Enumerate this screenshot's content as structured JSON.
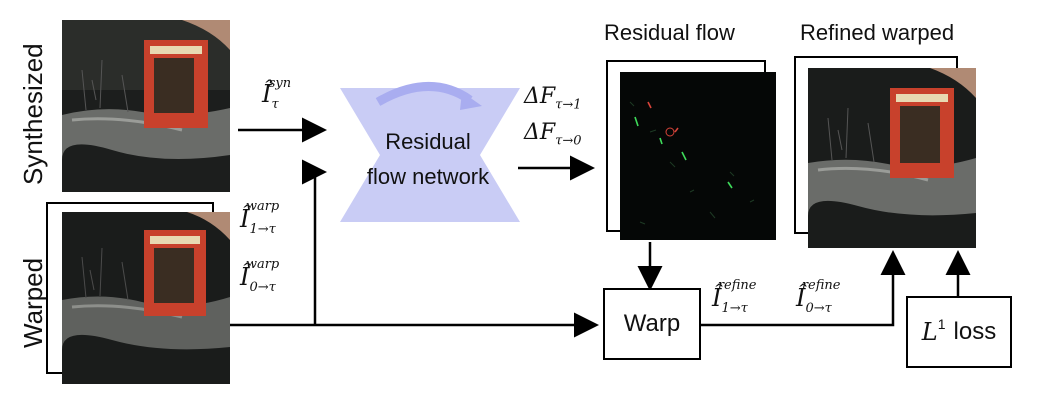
{
  "labels": {
    "synthesized": "Synthesized",
    "warped": "Warped",
    "residual_flow_title": "Residual flow",
    "refined_warped_title": "Refined warped"
  },
  "network": {
    "line1": "Residual",
    "line2": "flow network",
    "color": "#c9ccf5"
  },
  "inputs": {
    "syn_symbol": "Î",
    "syn_sub": "τ",
    "syn_sup": "syn",
    "warp1_symbol": "Î",
    "warp1_sub": "1→τ",
    "warp1_sup": "warp",
    "warp0_symbol": "Î",
    "warp0_sub": "0→τ",
    "warp0_sup": "warp"
  },
  "outputs": {
    "df1_symbol": "ΔF",
    "df1_sub": "τ→1",
    "df0_symbol": "ΔF",
    "df0_sub": "τ→0"
  },
  "refine": {
    "r1_symbol": "Î",
    "r1_sub": "1→τ",
    "r1_sup": "refine",
    "r0_symbol": "Î",
    "r0_sub": "0→τ",
    "r0_sup": "refine"
  },
  "boxes": {
    "warp": "Warp",
    "loss_symbol": "L",
    "loss_sup": "1",
    "loss_text": "loss"
  }
}
